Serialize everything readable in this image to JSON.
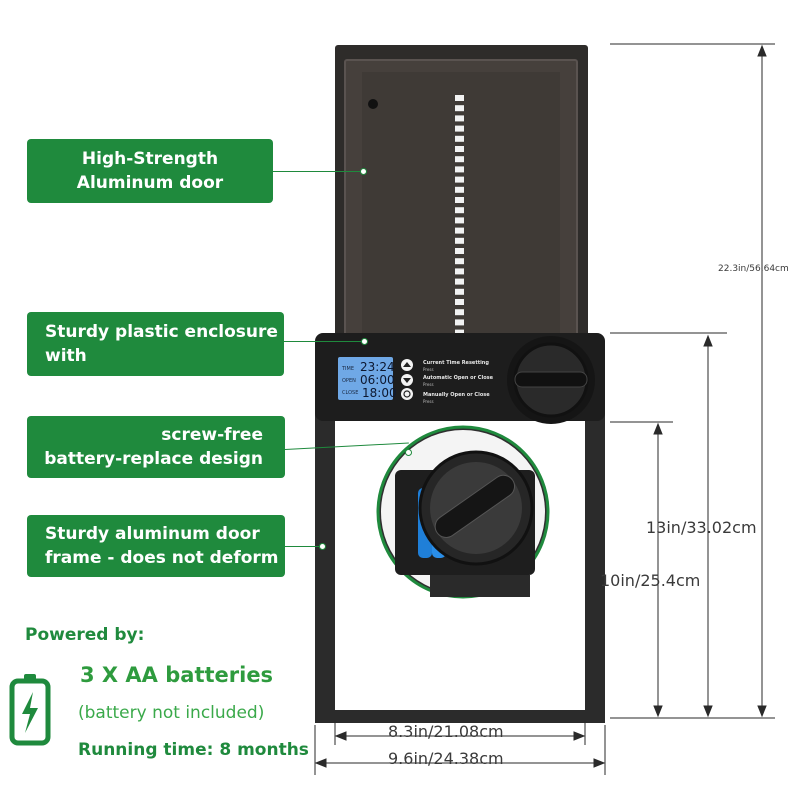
{
  "callouts": {
    "door_line1": "High-Strength",
    "door_line2": "Aluminum door",
    "enclosure_line1": "Sturdy plastic enclosure",
    "enclosure_line2": "with",
    "screwfree_line1": "screw-free",
    "screwfree_line2": "battery-replace design",
    "frame_line1": "Sturdy aluminum door",
    "frame_line2": "frame - does not deform"
  },
  "power": {
    "heading": "Powered by:",
    "batteries": "3 X AA batteries",
    "note": "(battery not included)",
    "runtime": "Running time: 8 months",
    "icon": "battery-lightning-icon"
  },
  "dimensions": {
    "total_height": "22.3in/56.64cm",
    "frame_height": "13in/33.02cm",
    "opening_height": "10in/25.4cm",
    "opening_width": "8.3in/21.08cm",
    "total_width": "9.6in/24.38cm"
  },
  "lcd": {
    "time_label": "TIME",
    "time_value": "23:24",
    "open_label": "OPEN",
    "open_value": "06:00",
    "close_label": "CLOSE",
    "close_value": "18:00"
  },
  "instructions": {
    "item1": "Current Time Resetting",
    "item1_sub": "Press",
    "item2": "Automatic Open or Close",
    "item2_sub": "Press",
    "item3": "Manually Open or Close",
    "item3_sub": "Press"
  },
  "colors": {
    "accent_green": "#1f8a3d",
    "door_panel": "#3c3936",
    "frame": "#2a2a2a",
    "lcd_blue": "#6fa8e6"
  }
}
